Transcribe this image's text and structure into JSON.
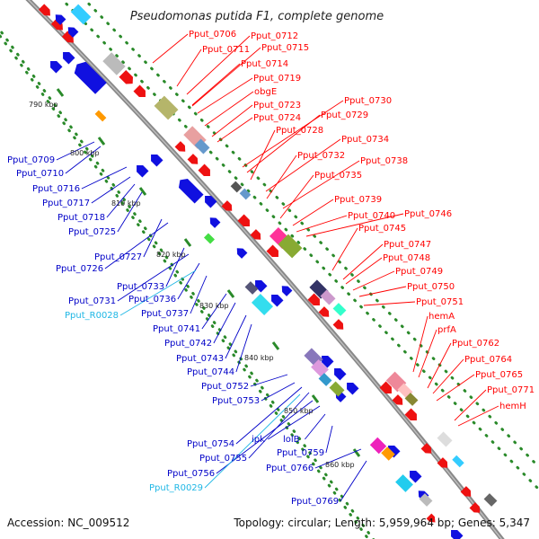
{
  "title": "Pseudomonas putida F1, complete genome",
  "footer": {
    "accession": "Accession: NC_009512",
    "topology": "Topology: circular; Length: 5,959,964 bp; Genes: 5,347"
  },
  "colors": {
    "forward_label": "#ff0000",
    "reverse_label": "#0000c8",
    "rna_label": "#1fb7e5",
    "backbone": "#888888",
    "tick": "#2a8a2a"
  },
  "scale_ticks": [
    "790 kbp",
    "800 kbp",
    "810 kbp",
    "820 kbp",
    "830 kbp",
    "840 kbp",
    "850 kbp",
    "860 kbp"
  ],
  "forward_labels": [
    "Pput_0706",
    "Pput_0712",
    "Pput_0711",
    "Pput_0715",
    "Pput_0714",
    "Pput_0719",
    "obgE",
    "Pput_0723",
    "Pput_0730",
    "Pput_0724",
    "Pput_0729",
    "Pput_0728",
    "Pput_0734",
    "Pput_0732",
    "Pput_0738",
    "Pput_0735",
    "Pput_0739",
    "Pput_0740",
    "Pput_0746",
    "Pput_0745",
    "Pput_0747",
    "Pput_0748",
    "Pput_0749",
    "Pput_0750",
    "Pput_0751",
    "hemA",
    "prfA",
    "Pput_0762",
    "Pput_0764",
    "Pput_0765",
    "Pput_0771",
    "hemH"
  ],
  "reverse_labels": [
    "Pput_0709",
    "Pput_0710",
    "Pput_0716",
    "Pput_0717",
    "Pput_0718",
    "Pput_0725",
    "Pput_0727",
    "Pput_0726",
    "Pput_0733",
    "Pput_0731",
    "Pput_0736",
    "Pput_0737",
    "Pput_0741",
    "Pput_0742",
    "Pput_0743",
    "Pput_0744",
    "Pput_0752",
    "Pput_0753",
    "Pput_0754",
    "ipk",
    "lolB",
    "Pput_0755",
    "Pput_0759",
    "Pput_0756",
    "Pput_0766",
    "Pput_0769"
  ],
  "rna_labels": [
    "Pput_R0028",
    "Pput_R0029"
  ]
}
